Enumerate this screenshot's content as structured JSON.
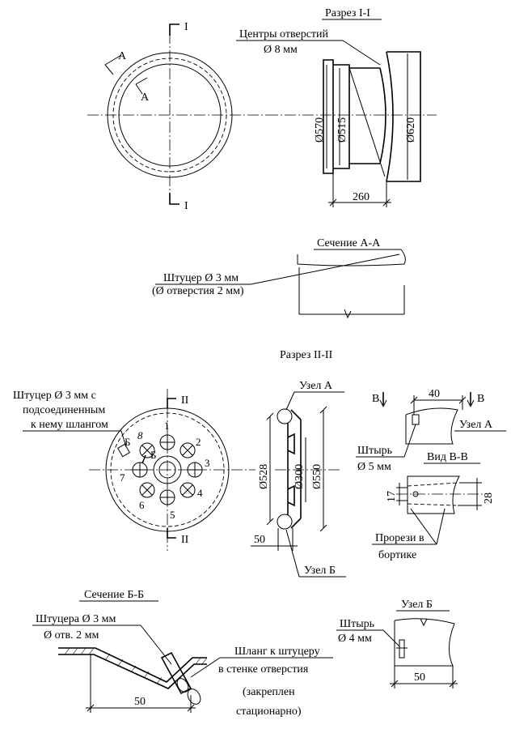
{
  "top": {
    "section_mark": "I",
    "section_title": "Разрез I-I",
    "centers_label": "Центры отверстий",
    "centers_diam": "Ø 8 мм",
    "arrow_a": "A",
    "dim_570": "Ø570",
    "dim_515": "Ø515",
    "dim_620": "Ø620",
    "dim_260": "260"
  },
  "section_aa": {
    "title": "Сечение А-А",
    "fitting": "Штуцер Ø 3 мм",
    "hole": "(Ø отверстия 2 мм)"
  },
  "middle": {
    "section_title": "Разрез II-II",
    "section_mark": "II",
    "fitting_line1": "Штуцер Ø 3 мм с",
    "fitting_line2": "подсоединенным",
    "fitting_line3": "к нему шлангом",
    "mark_b": "Б",
    "holes": [
      "1",
      "2",
      "3",
      "4",
      "5",
      "6",
      "7",
      "8"
    ],
    "node_a": "Узел А",
    "node_b": "Узел Б",
    "dim_528": "Ø528",
    "dim_300": "Ø300",
    "dim_550": "Ø550",
    "dim_50": "50",
    "mark_v": "В",
    "dim_40": "40",
    "pin_label": "Штырь",
    "pin_diam": "Ø 5 мм",
    "view_vv": "Вид В-В",
    "dim_17": "17",
    "dim_28": "28",
    "slots_line1": "Прорези в",
    "slots_line2": "бортике"
  },
  "section_bb": {
    "title": "Сечение Б-Б",
    "fittings": "Штуцера Ø 3 мм",
    "hole": "Ø отв. 2 мм",
    "hose_line1": "Шланг к штуцеру",
    "hose_line2": "в стенке отверстия",
    "hose_line3": "(закреплен",
    "hose_line4": "стационарно)",
    "dim_50": "50"
  },
  "node_b_detail": {
    "title": "Узел Б",
    "pin_label": "Штырь",
    "pin_diam": "Ø 4 мм",
    "dim_50": "50"
  }
}
